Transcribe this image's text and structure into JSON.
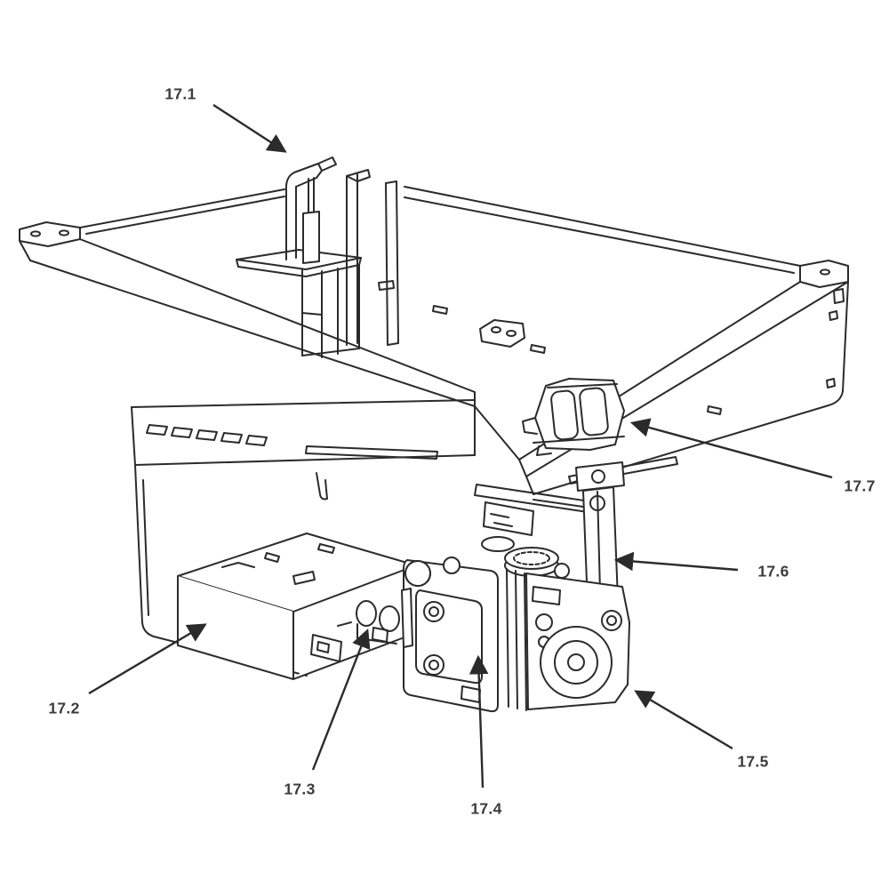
{
  "figure": {
    "background": "#ffffff",
    "line_color": "#2b2b2b",
    "label_color": "#3b3b3b",
    "callouts": [
      {
        "label": "17.1"
      },
      {
        "label": "17.2"
      },
      {
        "label": "17.3"
      },
      {
        "label": "17.4"
      },
      {
        "label": "17.5"
      },
      {
        "label": "17.6"
      },
      {
        "label": "17.7"
      }
    ]
  }
}
